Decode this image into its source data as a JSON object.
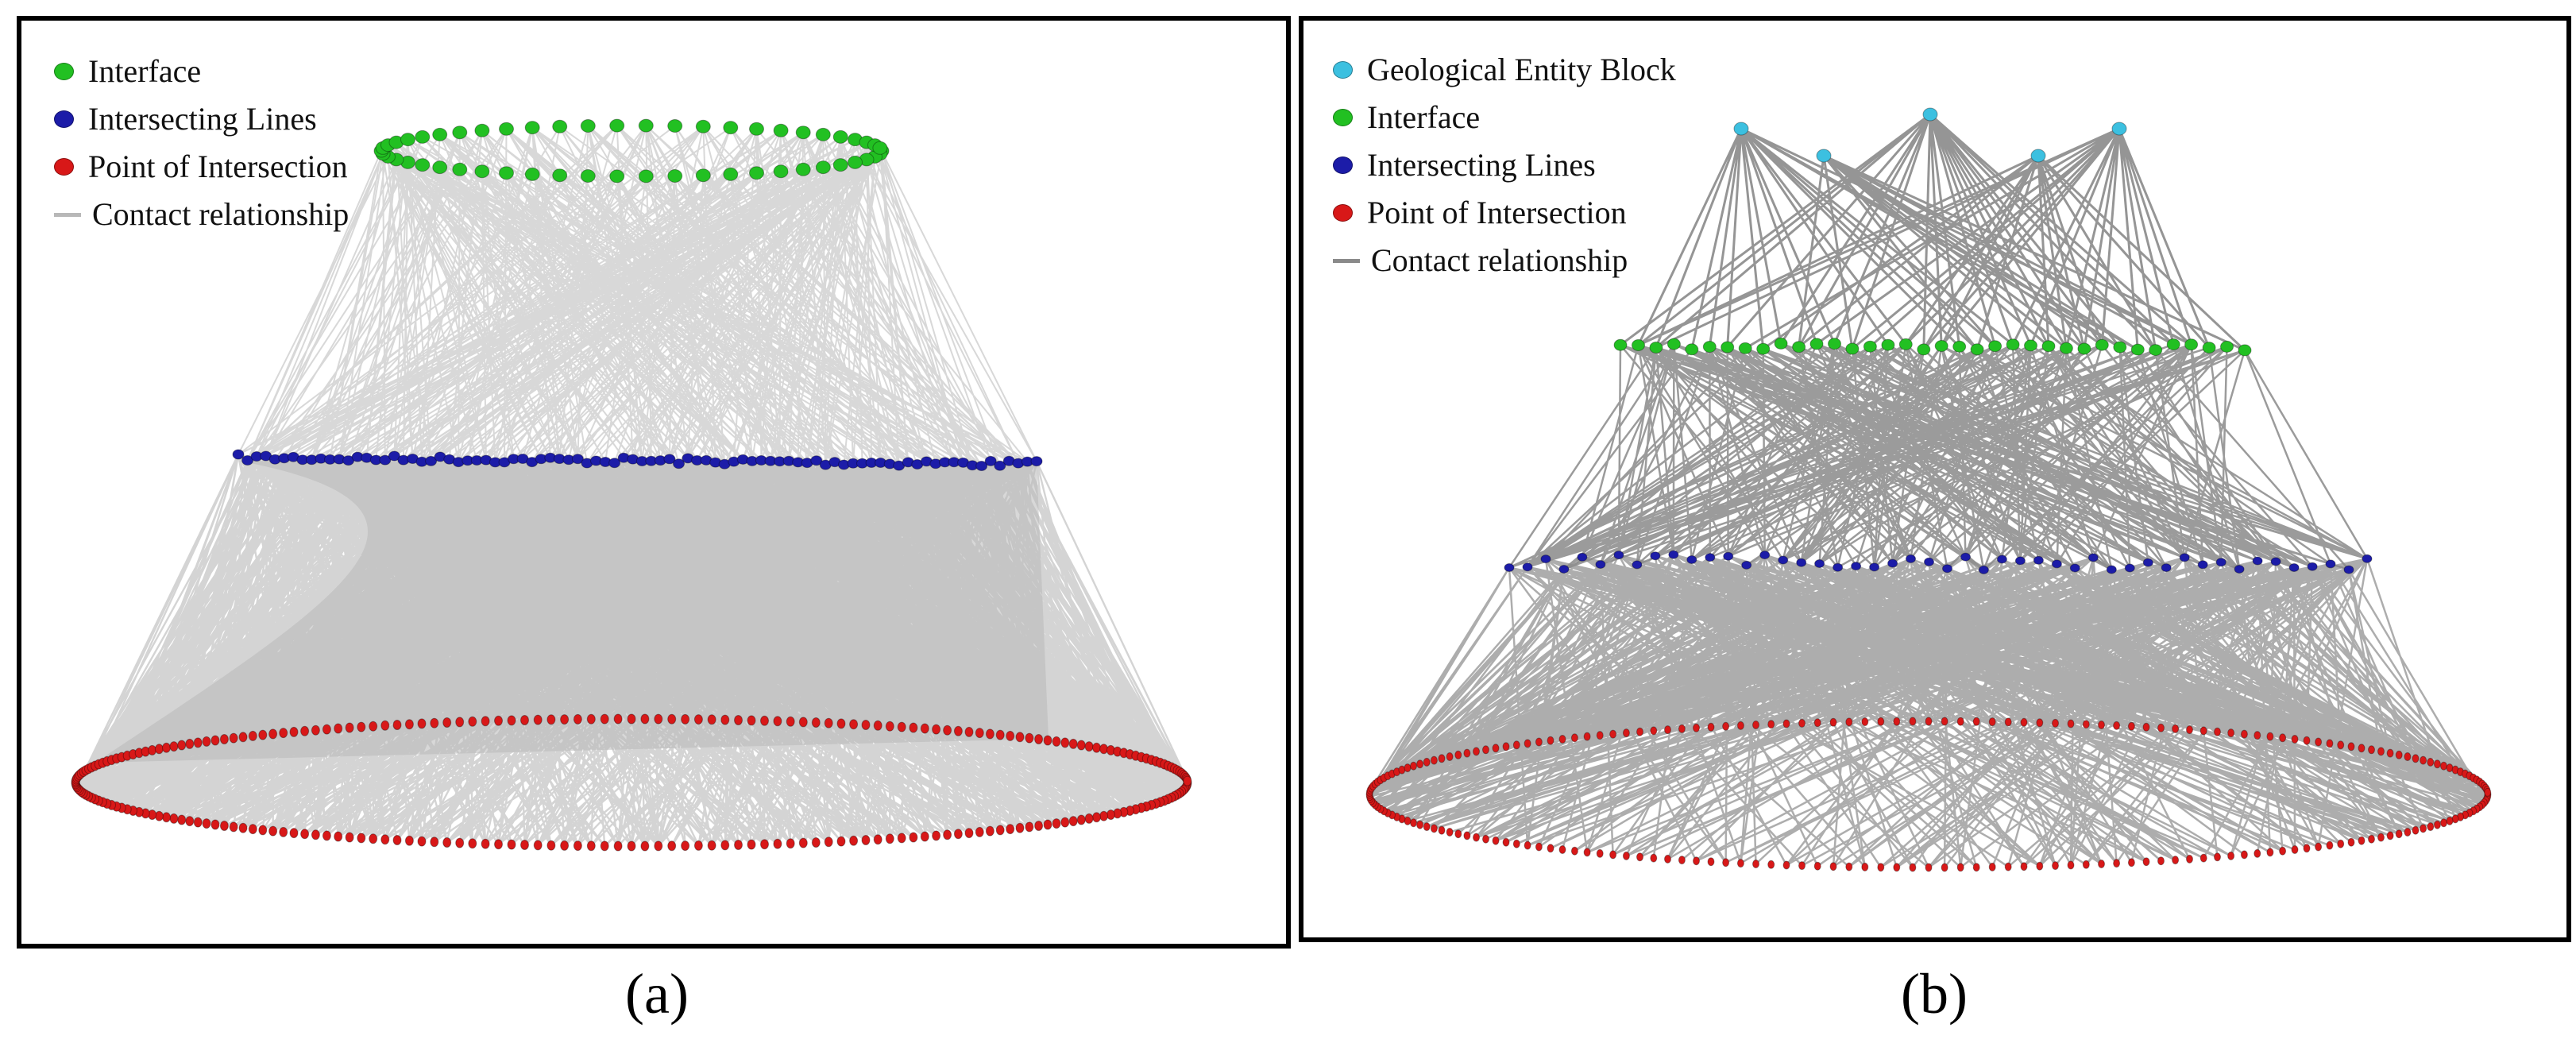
{
  "colors": {
    "geological_entity_block": "#3cc0e0",
    "interface": "#22c022",
    "intersecting_lines": "#1c1ca8",
    "point_of_intersection": "#d81818",
    "contact_relationship_a": "#b8b8b8",
    "contact_relationship_b": "#8a8a8a",
    "frame": "#000000"
  },
  "panels": [
    {
      "label": "(a)",
      "legend": [
        {
          "text": "Interface",
          "kind": "dot",
          "color_key": "interface"
        },
        {
          "text": "Intersecting Lines",
          "kind": "dot",
          "color_key": "intersecting_lines"
        },
        {
          "text": "Point of Intersection",
          "kind": "dot",
          "color_key": "point_of_intersection"
        },
        {
          "text": "Contact relationship",
          "kind": "line",
          "color_key": "contact_relationship_a"
        }
      ]
    },
    {
      "label": "(b)",
      "legend": [
        {
          "text": "Geological Entity Block",
          "kind": "dot",
          "color_key": "geological_entity_block"
        },
        {
          "text": "Interface",
          "kind": "dot",
          "color_key": "interface"
        },
        {
          "text": "Intersecting Lines",
          "kind": "dot",
          "color_key": "intersecting_lines"
        },
        {
          "text": "Point of Intersection",
          "kind": "dot",
          "color_key": "point_of_intersection"
        },
        {
          "text": "Contact relationship",
          "kind": "line",
          "color_key": "contact_relationship_b"
        }
      ]
    }
  ]
}
